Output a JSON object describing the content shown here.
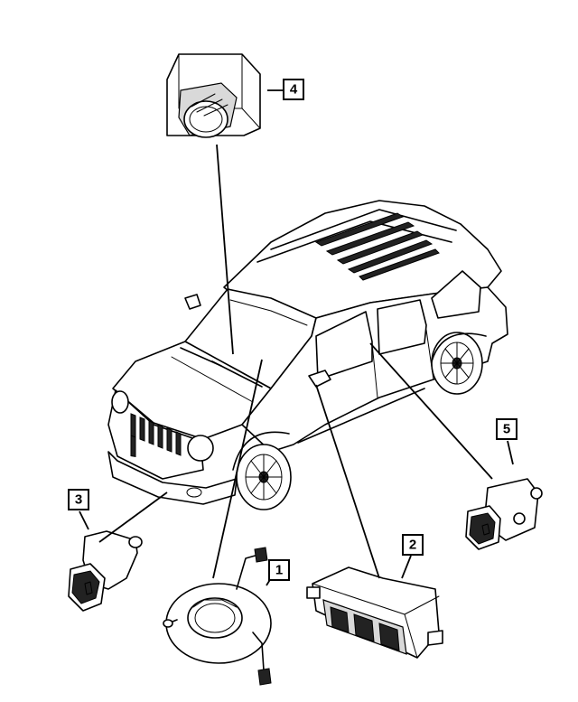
{
  "callouts": {
    "c1": "1",
    "c2": "2",
    "c3": "3",
    "c4": "4",
    "c5": "5"
  },
  "parts": {
    "p1": "clockspring-icon",
    "p2": "airbag-control-module-icon",
    "p3": "front-impact-sensor-icon",
    "p4": "occupant-classification-sensor-icon",
    "p5": "side-impact-sensor-icon"
  },
  "colors": {
    "ink": "#000000",
    "background": "#ffffff"
  }
}
